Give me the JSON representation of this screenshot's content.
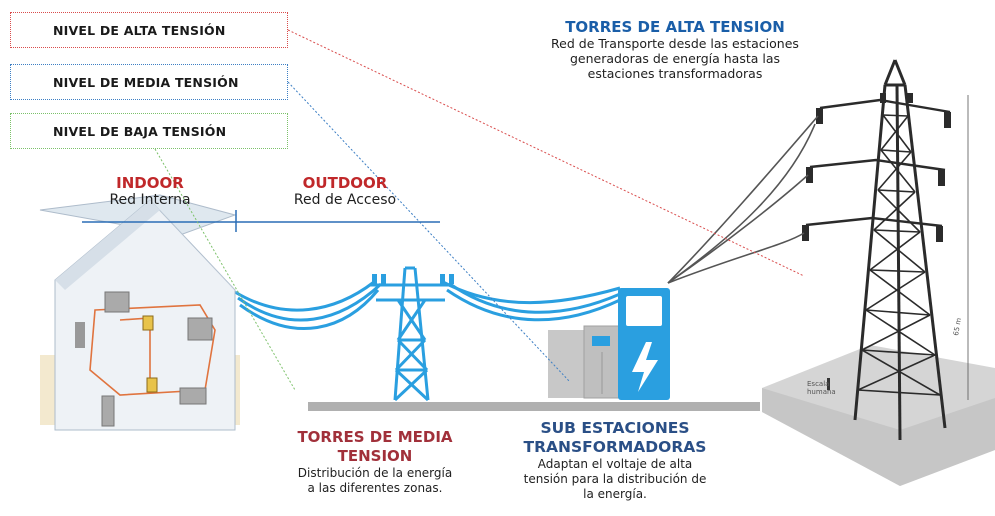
{
  "legend": {
    "alta": "NIVEL DE ALTA TENSIÓN",
    "media": "NIVEL DE MEDIA TENSIÓN",
    "baja": "NIVEL DE BAJA TENSIÓN"
  },
  "indoor": {
    "title": "INDOOR",
    "subtitle": "Red Interna"
  },
  "outdoor": {
    "title": "OUTDOOR",
    "subtitle": "Red de Acceso"
  },
  "torres_alta": {
    "title": "TORRES DE ALTA TENSION",
    "line1": "Red de Transporte desde las estaciones",
    "line2": "generadoras de energía hasta las",
    "line3": "estaciones transformadoras"
  },
  "torres_media": {
    "title1": "TORRES DE MEDIA",
    "title2": "TENSION",
    "line1": "Distribución de la energía",
    "line2": "a las diferentes zonas."
  },
  "sub_estaciones": {
    "title1": "SUB ESTACIONES",
    "title2": "TRANSFORMADORAS",
    "line1": "Adaptan el voltaje de alta",
    "line2": "tensión para la distribución de",
    "line3": "la energía."
  },
  "tower_labels": {
    "height": "65 m",
    "scale1": "Escala",
    "scale2": "humana"
  },
  "colors": {
    "alta": "#d94c4c",
    "media": "#3d7fc4",
    "baja": "#7cc16a",
    "cable": "#2a9fe0",
    "indoor": "#c0282a",
    "sub_title": "#2a4f86"
  }
}
